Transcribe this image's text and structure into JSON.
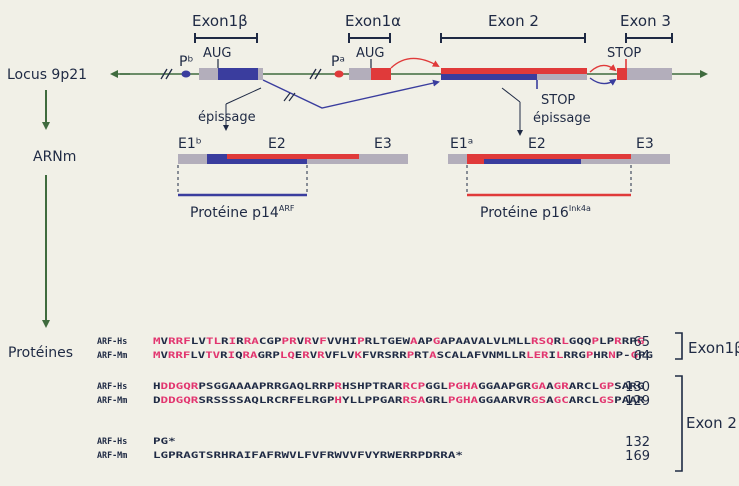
{
  "labels": {
    "exon1b": "Exon1β",
    "exon1a": "Exon1α",
    "exon2": "Exon 2",
    "exon3": "Exon 3",
    "pb": "Pᵇ",
    "pa": "Pᵃ",
    "aug_b": "AUG",
    "aug_a": "AUG",
    "stop_top": "STOP",
    "stop_mid": "STOP",
    "locus": "Locus 9p21",
    "epissage_left": "épissage",
    "epissage_right": "épissage",
    "arnm": "ARNm",
    "e1b": "E1ᵇ",
    "e2_left": "E2",
    "e3_left": "E3",
    "e1a": "E1ᵃ",
    "e2_right": "E2",
    "e3_right": "E3",
    "protein_p14": "Protéine p14",
    "protein_p14_sup": "ARF",
    "protein_p16": "Protéine p16",
    "protein_p16_sup": "Ink4a",
    "proteines": "Protéines",
    "bracket_exon1b": "Exon1β",
    "bracket_exon2": "Exon 2"
  },
  "colors": {
    "red": "#e03a3a",
    "blue": "#3a3d9e",
    "grey": "#b3aebb",
    "green": "#3f6b3e",
    "text": "#1f2a44",
    "pink": "#e2356f"
  },
  "sequences": [
    {
      "name": "ARF-Hs",
      "seq": "MVRRFLVTLRIRRACGPPRVRVFVVHIPRLTGEWAAPGAPAAVALVLMLLRSQRLGQQPLPRRPG",
      "highlight": [
        0,
        2,
        3,
        4,
        7,
        8,
        10,
        12,
        13,
        17,
        18,
        20,
        22,
        27,
        34,
        37,
        50,
        51,
        52,
        54,
        58,
        61,
        64
      ],
      "len": "65"
    },
    {
      "name": "ARF-Mm",
      "seq": "MVRRFLVTVRIQRAGRPLQERVRVFLVKFVRSRRPRTASCALAFVNMLLRLERILRRGPHRNP-GPG",
      "highlight": [
        0,
        2,
        3,
        4,
        7,
        8,
        10,
        12,
        13,
        17,
        18,
        20,
        22,
        27,
        34,
        37,
        50,
        51,
        52,
        54,
        58,
        61,
        64
      ],
      "len": "64"
    },
    {
      "name": "ARF-Hs",
      "seq": "HDDGQRPSGGAAAAPRRGAQLRRPRHSHPTRARRCPGGLPGHAGGAAPGRGAAGRARCLGPSARG",
      "highlight": [
        1,
        2,
        3,
        4,
        5,
        24,
        33,
        34,
        35,
        39,
        40,
        41,
        42,
        50,
        51,
        53,
        54,
        59,
        60
      ],
      "len": "130"
    },
    {
      "name": "ARF-Mm",
      "seq": "DDDGQRSRSSSSAQLRCRFELRGPHYLLPPGARRSAGRLPGHAGGAARVRGSAGCARCLGSPAAR",
      "highlight": [
        1,
        2,
        3,
        4,
        5,
        24,
        33,
        34,
        35,
        39,
        40,
        41,
        42,
        50,
        51,
        53,
        54,
        59,
        60
      ],
      "len": "129"
    },
    {
      "name": "ARF-Hs",
      "seq": "PG*",
      "highlight": [],
      "len": "132"
    },
    {
      "name": "ARF-Mm",
      "seq": "LGPRAGTSRHRAIFAFRWVLFVFRWVVFVYRWERRPDRRA*",
      "highlight": [],
      "len": "169"
    }
  ]
}
